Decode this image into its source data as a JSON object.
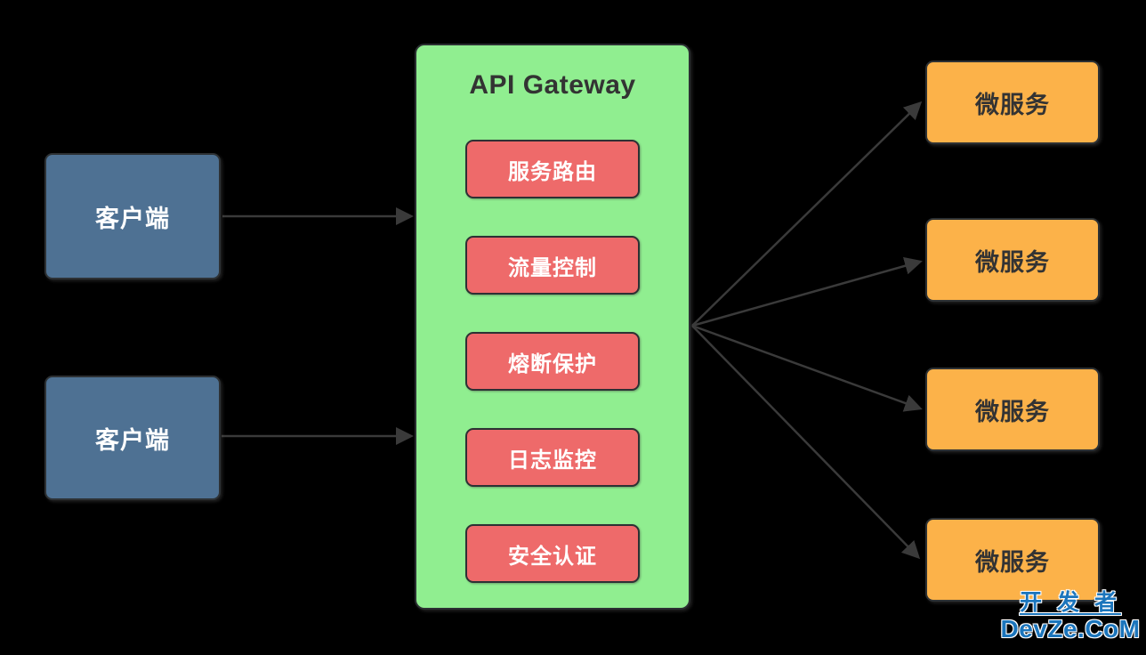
{
  "diagram": {
    "gateway": {
      "title": "API Gateway",
      "features": [
        {
          "label": "服务路由"
        },
        {
          "label": "流量控制"
        },
        {
          "label": "熔断保护"
        },
        {
          "label": "日志监控"
        },
        {
          "label": "安全认证"
        }
      ]
    },
    "clients": [
      {
        "label": "客户端"
      },
      {
        "label": "客户端"
      }
    ],
    "microservices": [
      {
        "label": "微服务"
      },
      {
        "label": "微服务"
      },
      {
        "label": "微服务"
      },
      {
        "label": "微服务"
      }
    ]
  },
  "watermark": {
    "line1": "开 发 者",
    "line2": "DevZe.CoM"
  },
  "colors": {
    "background": "#000000",
    "gateway_fill": "#90EE90",
    "feature_fill": "#EE6A6A",
    "client_fill": "#4E7193",
    "microservice_fill": "#FCB249",
    "border_dark": "#2D3134",
    "arrow": "#3A3A3A",
    "dark_text": "#333333",
    "light_text": "#FFFFFF",
    "watermark_blue": "#1B75BC"
  }
}
